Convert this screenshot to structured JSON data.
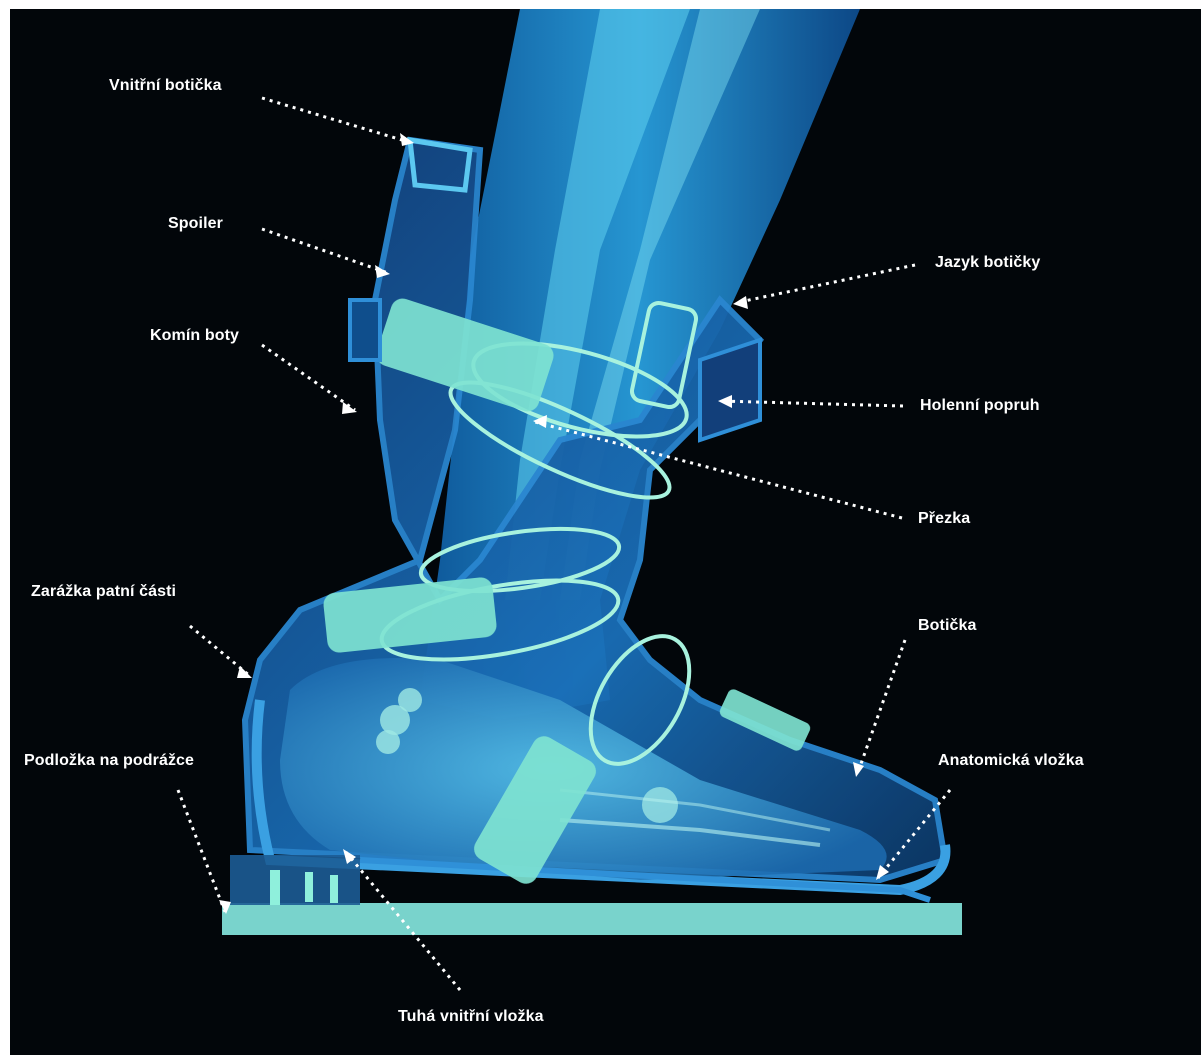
{
  "labels": {
    "vnitrni_boticka": "Vnitřní botička",
    "spoiler": "Spoiler",
    "komin_boty": "Komín boty",
    "jazyk_boticky": "Jazyk botičky",
    "holenni_popruh": "Holenní popruh",
    "prezka": "Přezka",
    "zarazka": "Zarážka patní části",
    "boticka": "Botička",
    "podlozka": "Podložka na podrážce",
    "anatomicka": "Anatomická vložka",
    "tuha": "Tuhá vnitřní vložka"
  },
  "colors": {
    "background": "#02060a",
    "xray_blue": "#1f8fd6",
    "xray_cyan": "#6fe3e0",
    "buckle": "#8ff0dc",
    "label_text": "#ffffff",
    "leader": "#ffffff"
  }
}
